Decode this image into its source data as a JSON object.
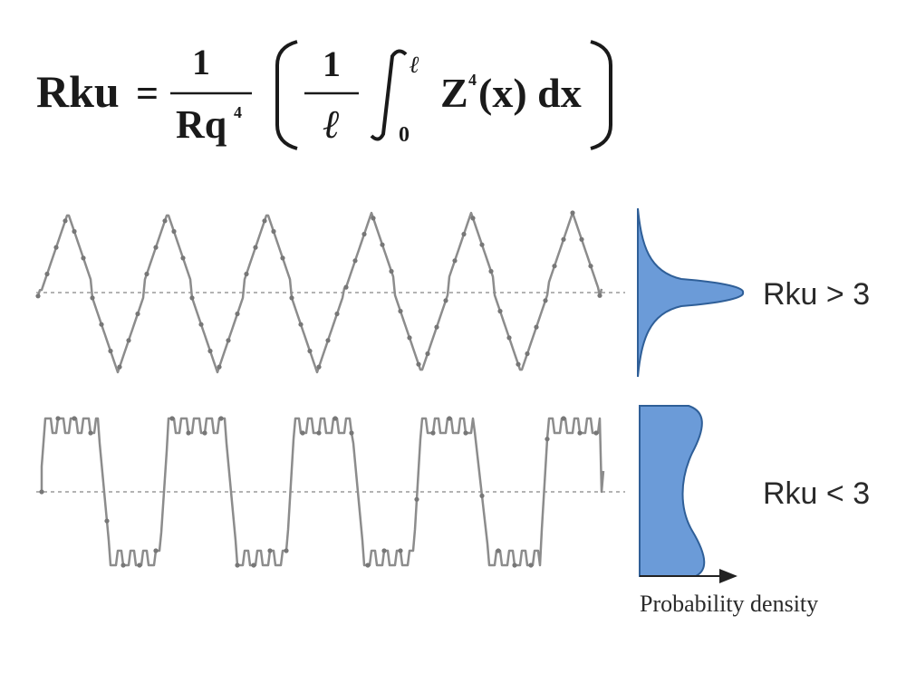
{
  "formula": {
    "lhs": "Rku",
    "equals": "=",
    "numerator_1": "1",
    "denominator_1_base": "Rq",
    "denominator_1_exp": "4",
    "numerator_2": "1",
    "denominator_2": "ℓ",
    "integral_upper": "ℓ",
    "integral_lower": "0",
    "integrand_base": "Z",
    "integrand_exp": "4",
    "integrand_tail": "(x) dx"
  },
  "labels": {
    "top_case": "Rku > 3",
    "bottom_case": "Rku < 3",
    "density_axis": "Probability density"
  },
  "colors": {
    "density_fill": "#6b9bd8",
    "density_stroke": "#2f5f98",
    "trace": "#8c8c8c",
    "text": "#2a2a2a"
  }
}
